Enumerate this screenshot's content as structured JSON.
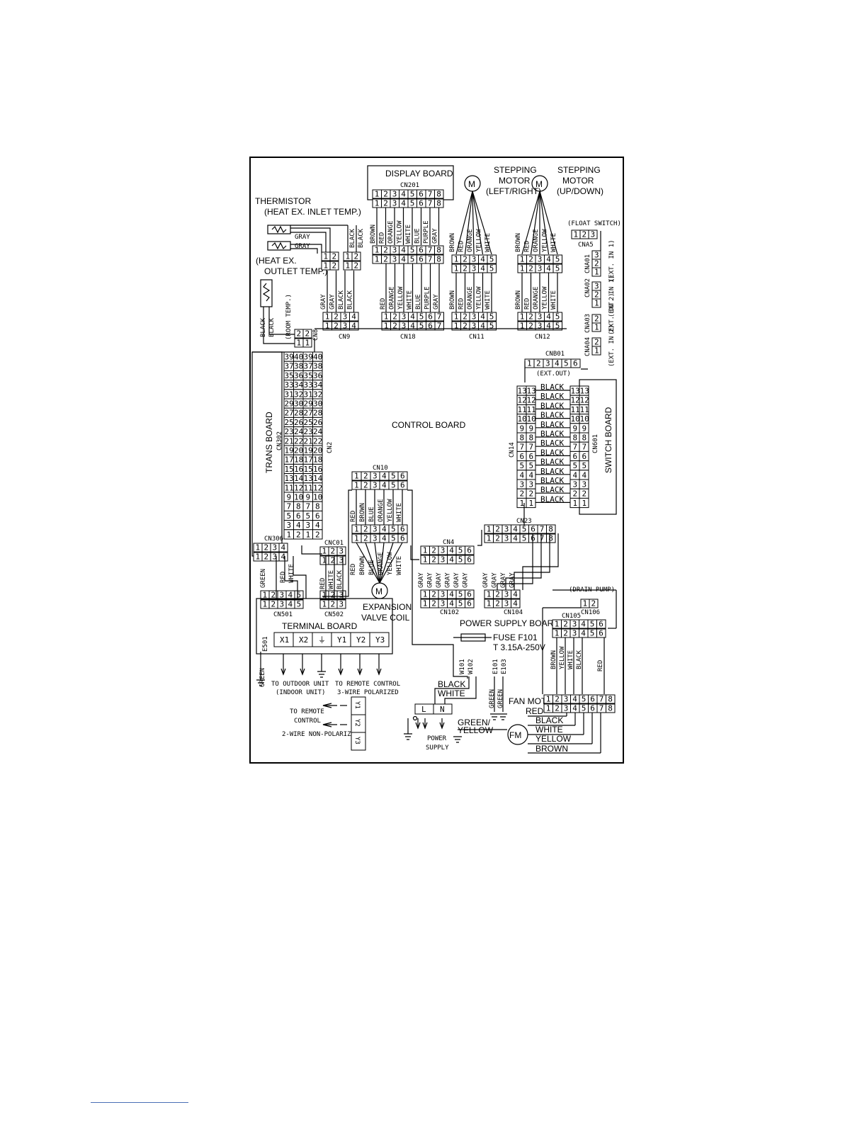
{
  "diagram": {
    "boards": {
      "display": "DISPLAY BOARD",
      "control": "CONTROL BOARD",
      "trans": "TRANS BOARD",
      "switch": "SWITCH BOARD",
      "terminal": "TERMINAL BOARD",
      "power": "POWER SUPPLY BOARD"
    },
    "labels": {
      "thermistor": "THERMISTOR",
      "heat_inlet": "(HEAT EX. INLET TEMP.)",
      "heat_outlet_1": "(HEAT EX.",
      "heat_outlet_2": "OUTLET TEMP.)",
      "room_temp": "(ROOM TEMP.)",
      "step_lr_1": "STEPPING",
      "step_lr_2": "MOTOR",
      "step_lr_3": "(LEFT/RIGHT)",
      "step_ud_1": "STEPPING",
      "step_ud_2": "MOTOR",
      "step_ud_3": "(UP/DOWN)",
      "float_switch": "(FLOAT SWITCH)",
      "ext_in1": "(EXT. IN 1)",
      "ext_in1b": "(EXT. IN 1)",
      "ext_in2": "(EXT. IN 2)",
      "ext_in2b": "(EXT. IN 2)",
      "ext_out": "(EXT.OUT)",
      "expansion_1": "EXPANSION",
      "expansion_2": "VALVE COIL",
      "drain_pump": "(DRAIN PUMP)",
      "fuse": "FUSE F101",
      "fuse_rating": "T 3.15A-250V",
      "fan_motor": "FAN MOTOR",
      "to_outdoor_1": "TO OUTDOOR UNIT",
      "to_outdoor_2": "(INDOOR UNIT)",
      "to_remote_3w_1": "TO REMOTE CONTROL",
      "to_remote_3w_2": "3-WIRE POLARIZED",
      "to_remote_2w_1": "TO REMOTE",
      "to_remote_2w_2": "CONTROL",
      "to_remote_2w_3": "2-WIRE NON-POLARIZED",
      "power_supply_1": "POWER",
      "power_supply_2": "SUPPLY",
      "green_yellow_1": "GREEN/",
      "green_yellow_2": "YELLOW",
      "motor_m": "M",
      "motor_fm": "FM"
    },
    "connectors": {
      "cn201": "CN201",
      "cn8": "CN8",
      "cn9": "CN9",
      "cn18": "CN18",
      "cn11": "CN11",
      "cn12": "CN12",
      "cna5": "CNA5",
      "cna01": "CNA01",
      "cna02": "CNA02",
      "cna03": "CNA03",
      "cna04": "CNA04",
      "cnb01": "CNB01",
      "cn14": "CN14",
      "cn601": "CN601",
      "cn2": "CN2",
      "cn302": "CN302",
      "cn10": "CN10",
      "cn306": "CN306",
      "cnc01": "CNC01",
      "cn4": "CN4",
      "cn23": "CN23",
      "cn501": "CN501",
      "cn502": "CN502",
      "cn102": "CN102",
      "cn104": "CN104",
      "cn105": "CN105",
      "cn106": "CN106",
      "e501": "E501",
      "w101": "W101",
      "w102": "W102",
      "e101": "E101",
      "e103": "E103"
    },
    "terminals": [
      "X1",
      "X2",
      "⏚",
      "Y1",
      "Y2",
      "Y3"
    ],
    "plug_terminals": [
      "L",
      "N"
    ],
    "remote_2w_terminals": [
      "Y1",
      "Y2",
      "Y3"
    ],
    "wires": {
      "thermistor": [
        "GRAY",
        "GRAY",
        "BLACK",
        "BLACK"
      ],
      "cn9": [
        "GRAY",
        "GRAY",
        "BLACK",
        "BLACK"
      ],
      "display_top": [
        "BROWN",
        "RED",
        "ORANGE",
        "YELLOW",
        "WHITE",
        "BLUE",
        "PURPLE",
        "GRAY"
      ],
      "cn18": [
        "RED",
        "ORANGE",
        "YELLOW",
        "WHITE",
        "BLUE",
        "PURPLE",
        "GRAY"
      ],
      "step": [
        "BROWN",
        "RED",
        "ORANGE",
        "YELLOW",
        "WHITE"
      ],
      "room": [
        "BLACK",
        "BLACK"
      ],
      "cn14": [
        "BLACK",
        "BLACK",
        "BLACK",
        "BLACK",
        "BLACK",
        "BLACK",
        "BLACK",
        "BLACK",
        "BLACK",
        "BLACK",
        "BLACK",
        "BLACK",
        "BLACK"
      ],
      "cn10": [
        "RED",
        "BROWN",
        "BLUE",
        "ORANGE",
        "YELLOW",
        "WHITE"
      ],
      "cn306": [
        "GREEN",
        "RED",
        "WHITE"
      ],
      "cnc01": [
        "RED",
        "WHITE",
        "BLACK"
      ],
      "cn4": [
        "GRAY",
        "GRAY",
        "GRAY",
        "GRAY",
        "GRAY",
        "GRAY"
      ],
      "cn104": [
        "GRAY",
        "GRAY",
        "GRAY",
        "GRAY"
      ],
      "cn105": [
        "BROWN",
        "YELLOW",
        "WHITE",
        "BLACK",
        "RED"
      ],
      "power": [
        "BLACK",
        "WHITE"
      ],
      "earth": [
        "GREEN",
        "GREEN"
      ],
      "terminal_earth": "GREEN",
      "fan": [
        "RED",
        "BLACK",
        "WHITE",
        "YELLOW",
        "BROWN"
      ]
    }
  }
}
